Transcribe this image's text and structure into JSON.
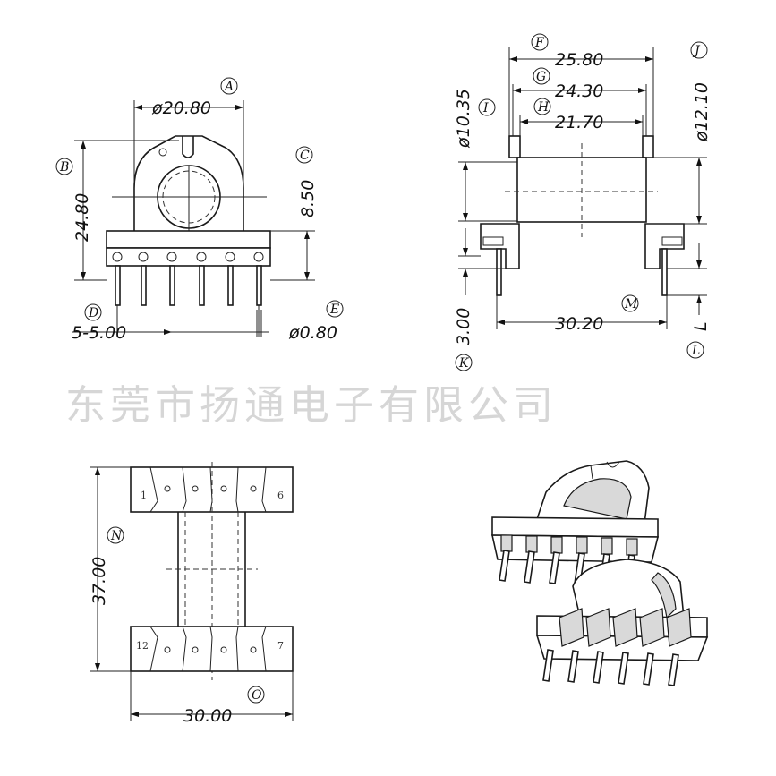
{
  "watermark": "东莞市扬通电子有限公司",
  "front_view": {
    "dims": {
      "diameter_top": "ø20.80",
      "height_total": "24.80",
      "height_right": "8.50",
      "pitch": "5-5.00",
      "pin_dia": "ø0.80"
    },
    "labels": {
      "A": "A",
      "B": "B",
      "C": "C",
      "D": "D",
      "E": "E"
    }
  },
  "side_view": {
    "dims": {
      "width_f": "25.80",
      "width_g": "24.30",
      "width_h": "21.70",
      "dia_i": "ø10.35",
      "dia_j": "ø12.10",
      "pin_k": "3.00",
      "row_m": "30.20",
      "len_l": "L"
    },
    "labels": {
      "F": "F",
      "G": "G",
      "H": "H",
      "I": "I",
      "J": "J",
      "K": "K",
      "L": "L",
      "M": "M"
    }
  },
  "bottom_view": {
    "dims": {
      "length_n": "37.00",
      "width_o": "30.00"
    },
    "labels": {
      "N": "N",
      "O": "O"
    },
    "pins": {
      "p1": "1",
      "p6": "6",
      "p12": "12",
      "p7": "7"
    }
  }
}
